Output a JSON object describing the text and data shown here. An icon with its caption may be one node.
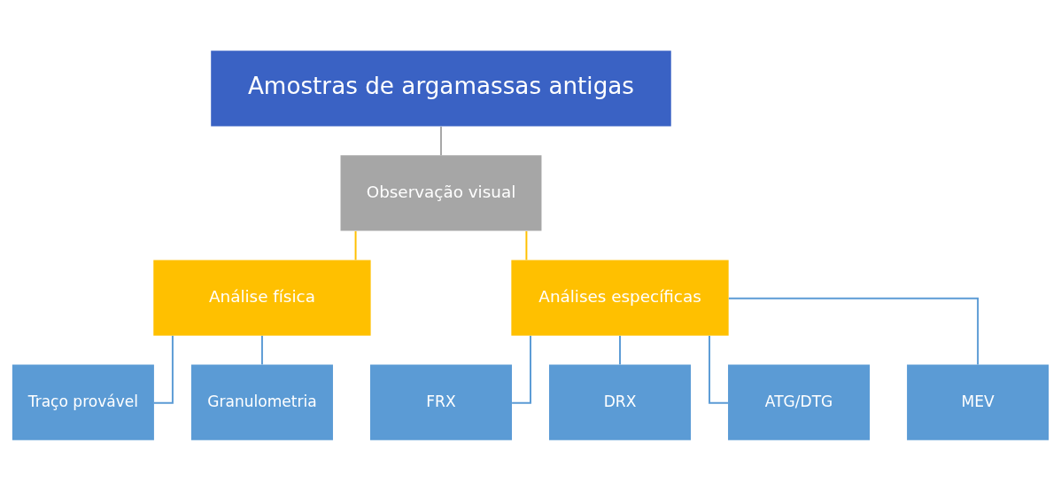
{
  "diagram": {
    "nodes": [
      {
        "text": [
          "Amostras de argamassas antigas"
        ]
      },
      {
        "text": [
          "Observação visual"
        ]
      },
      {
        "text": [
          "Análise física"
        ]
      },
      {
        "text": [
          "Análises específicas"
        ]
      },
      {
        "text": [
          "Traço provável"
        ]
      },
      {
        "text": [
          "Granulometria"
        ]
      },
      {
        "text": [
          "FRX"
        ]
      },
      {
        "text": [
          "DRX"
        ]
      },
      {
        "text": [
          "ATG/DTG"
        ]
      },
      {
        "text": [
          "MEV"
        ]
      }
    ],
    "edges": [
      {
        "from": 0,
        "to": 1,
        "arrow": "none",
        "color": "#a6a6a6"
      },
      {
        "from": 1,
        "to": 2,
        "arrow": "none",
        "color": "#ffc000"
      },
      {
        "from": 1,
        "to": 3,
        "arrow": "none",
        "color": "#ffc000"
      },
      {
        "from": 2,
        "to": 4,
        "arrow": "none"
      },
      {
        "from": 2,
        "to": 5,
        "arrow": "none"
      },
      {
        "from": 3,
        "to": 6,
        "arrow": "none"
      },
      {
        "from": 3,
        "to": 7,
        "arrow": "none"
      },
      {
        "from": 3,
        "to": 8,
        "arrow": "none"
      },
      {
        "from": 3,
        "to": 9,
        "arrow": "none"
      }
    ]
  }
}
